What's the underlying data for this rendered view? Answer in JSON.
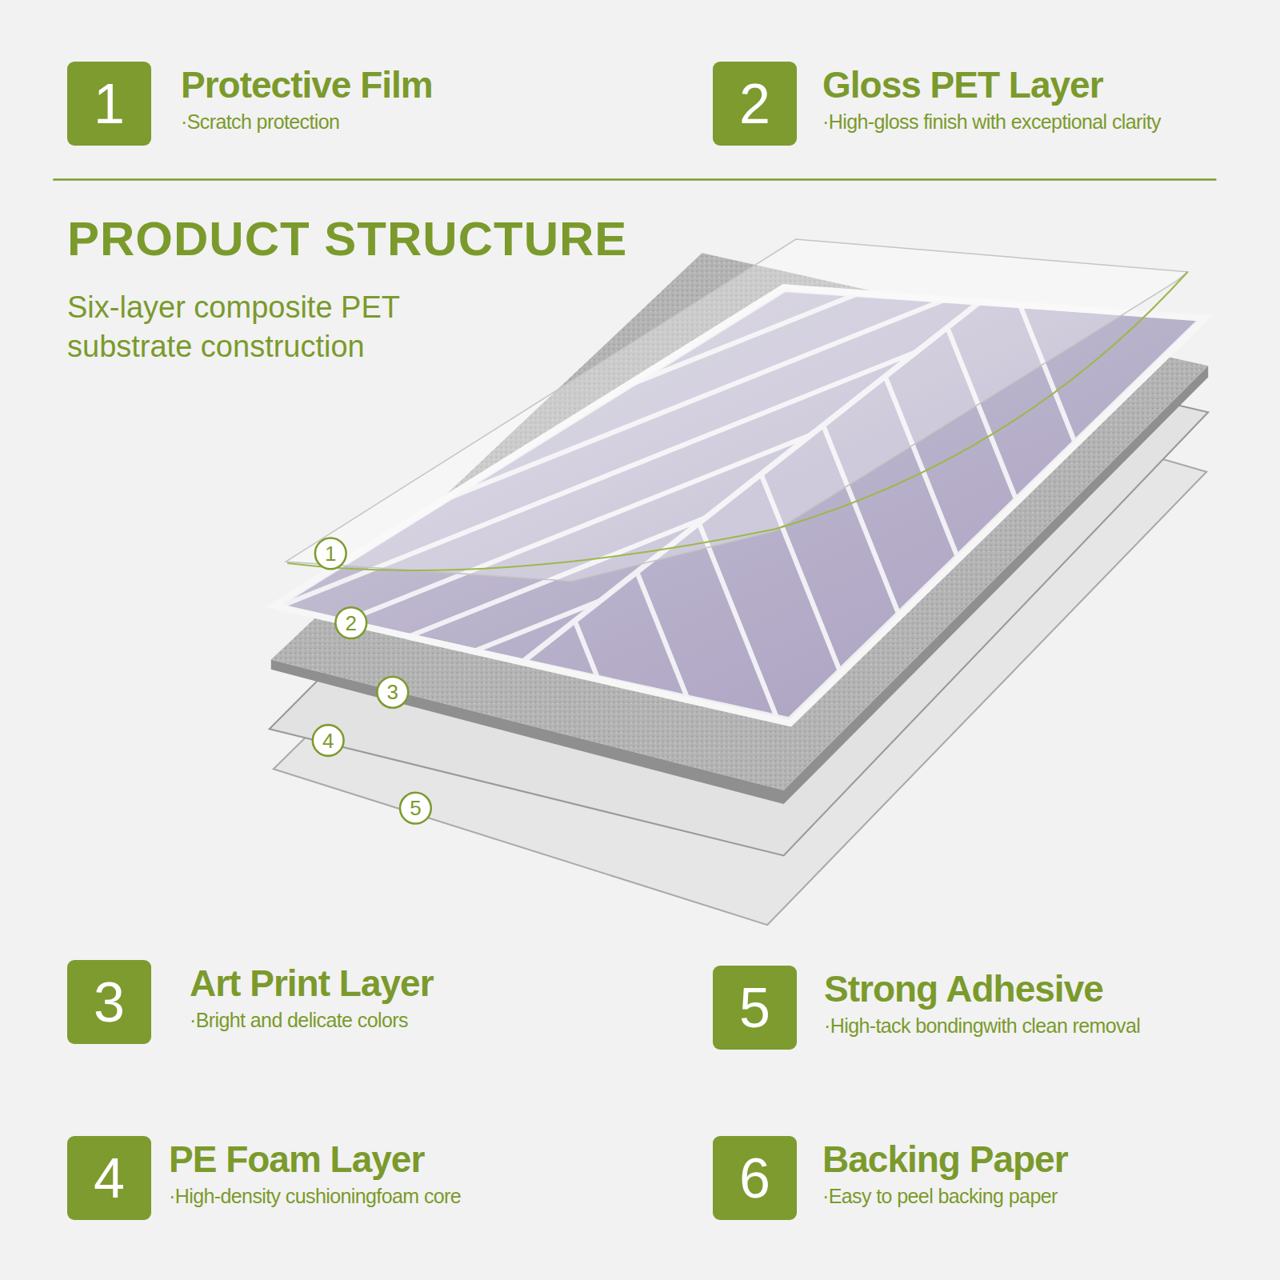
{
  "diagram": {
    "title": "PRODUCT STRUCTURE",
    "nodes": [
      {
        "text": [
          "1",
          "Protective Film",
          "·Scratch protection"
        ]
      },
      {
        "text": [
          "2",
          "Gloss PET Layer",
          "·High-gloss finish with exceptional clarity"
        ]
      },
      {
        "text": [
          "3",
          "Art Print Layer",
          "·Bright and delicate colors"
        ]
      },
      {
        "text": [
          "5",
          "Strong Adhesive",
          "·High-tack bondingwith clean removal"
        ]
      },
      {
        "text": [
          "4",
          "PE Foam Layer",
          "·High-density cushioningfoam core"
        ]
      },
      {
        "text": [
          "6",
          "Backing Paper",
          "·Easy to peel backing paper"
        ]
      }
    ],
    "labels": [
      "Six-layer composite PET substrate construction",
      "1",
      "2",
      "3",
      "4",
      "5"
    ]
  }
}
